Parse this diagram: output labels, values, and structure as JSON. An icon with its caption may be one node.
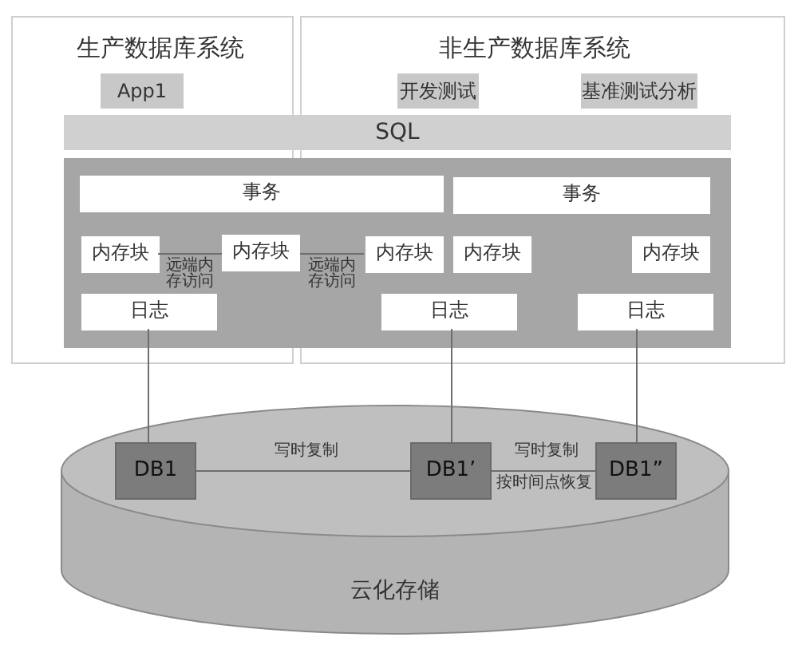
{
  "diagram": {
    "nodes": [
      {
        "text": [
          "生产数据库系统"
        ]
      },
      {
        "text": [
          "非生产数据库系统"
        ]
      },
      {
        "text": [
          "App1"
        ],
        "in": 0
      },
      {
        "text": [
          "开发测试"
        ],
        "in": 1
      },
      {
        "text": [
          "基准测试分析"
        ],
        "in": 1
      },
      {
        "text": [
          "SQL"
        ]
      },
      {
        "text": [
          "事务"
        ]
      },
      {
        "text": [
          "事务"
        ],
        "in": 1
      },
      {
        "text": [
          "内存块"
        ],
        "in": 0
      },
      {
        "text": [
          "内存块"
        ]
      },
      {
        "text": [
          "内存块"
        ],
        "in": 1
      },
      {
        "text": [
          "内存块"
        ],
        "in": 1
      },
      {
        "text": [
          "内存块"
        ],
        "in": 1
      },
      {
        "text": [
          "日志"
        ],
        "in": 0
      },
      {
        "text": [
          "日志"
        ],
        "in": 1
      },
      {
        "text": [
          "日志"
        ],
        "in": 1
      },
      {
        "text": [
          "云化存储"
        ]
      },
      {
        "text": [
          "DB1"
        ],
        "in": 16
      },
      {
        "text": [
          "DB1’"
        ],
        "in": 16
      },
      {
        "text": [
          "DB1”"
        ],
        "in": 16
      }
    ],
    "edges": [
      {
        "from": 8,
        "to": 9,
        "arrow": "none",
        "label": "远端内存访问"
      },
      {
        "from": 9,
        "to": 10,
        "arrow": "none",
        "label": "远端内存访问"
      },
      {
        "from": 13,
        "to": 17,
        "arrow": "none"
      },
      {
        "from": 14,
        "to": 18,
        "arrow": "none"
      },
      {
        "from": 15,
        "to": 19,
        "arrow": "none"
      },
      {
        "from": 17,
        "to": 18,
        "arrow": "none",
        "label": "写时复制"
      },
      {
        "from": 18,
        "to": 19,
        "arrow": "none",
        "label": "写时复制"
      }
    ],
    "labels": [
      "按时间点恢复"
    ]
  }
}
